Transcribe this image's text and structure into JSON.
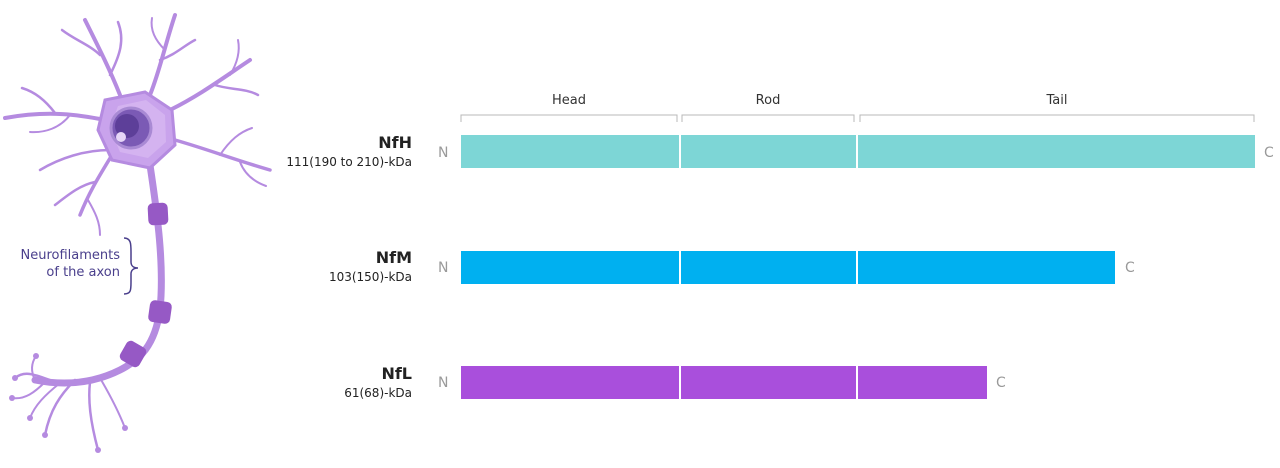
{
  "neuron": {
    "label_line1": "Neurofilaments",
    "label_line2": "of the axon"
  },
  "domains": [
    "Head",
    "Rod",
    "Tail"
  ],
  "terminals": {
    "n": "N",
    "c": "C"
  },
  "proteins": [
    {
      "name": "NfH",
      "kda": "111(190 to 210)-kDa",
      "color": "#7dd6d6"
    },
    {
      "name": "NfM",
      "kda": "103(150)-kDa",
      "color": "#00b0f0"
    },
    {
      "name": "NfL",
      "kda": "61(68)-kDa",
      "color": "#a94fdc"
    }
  ]
}
